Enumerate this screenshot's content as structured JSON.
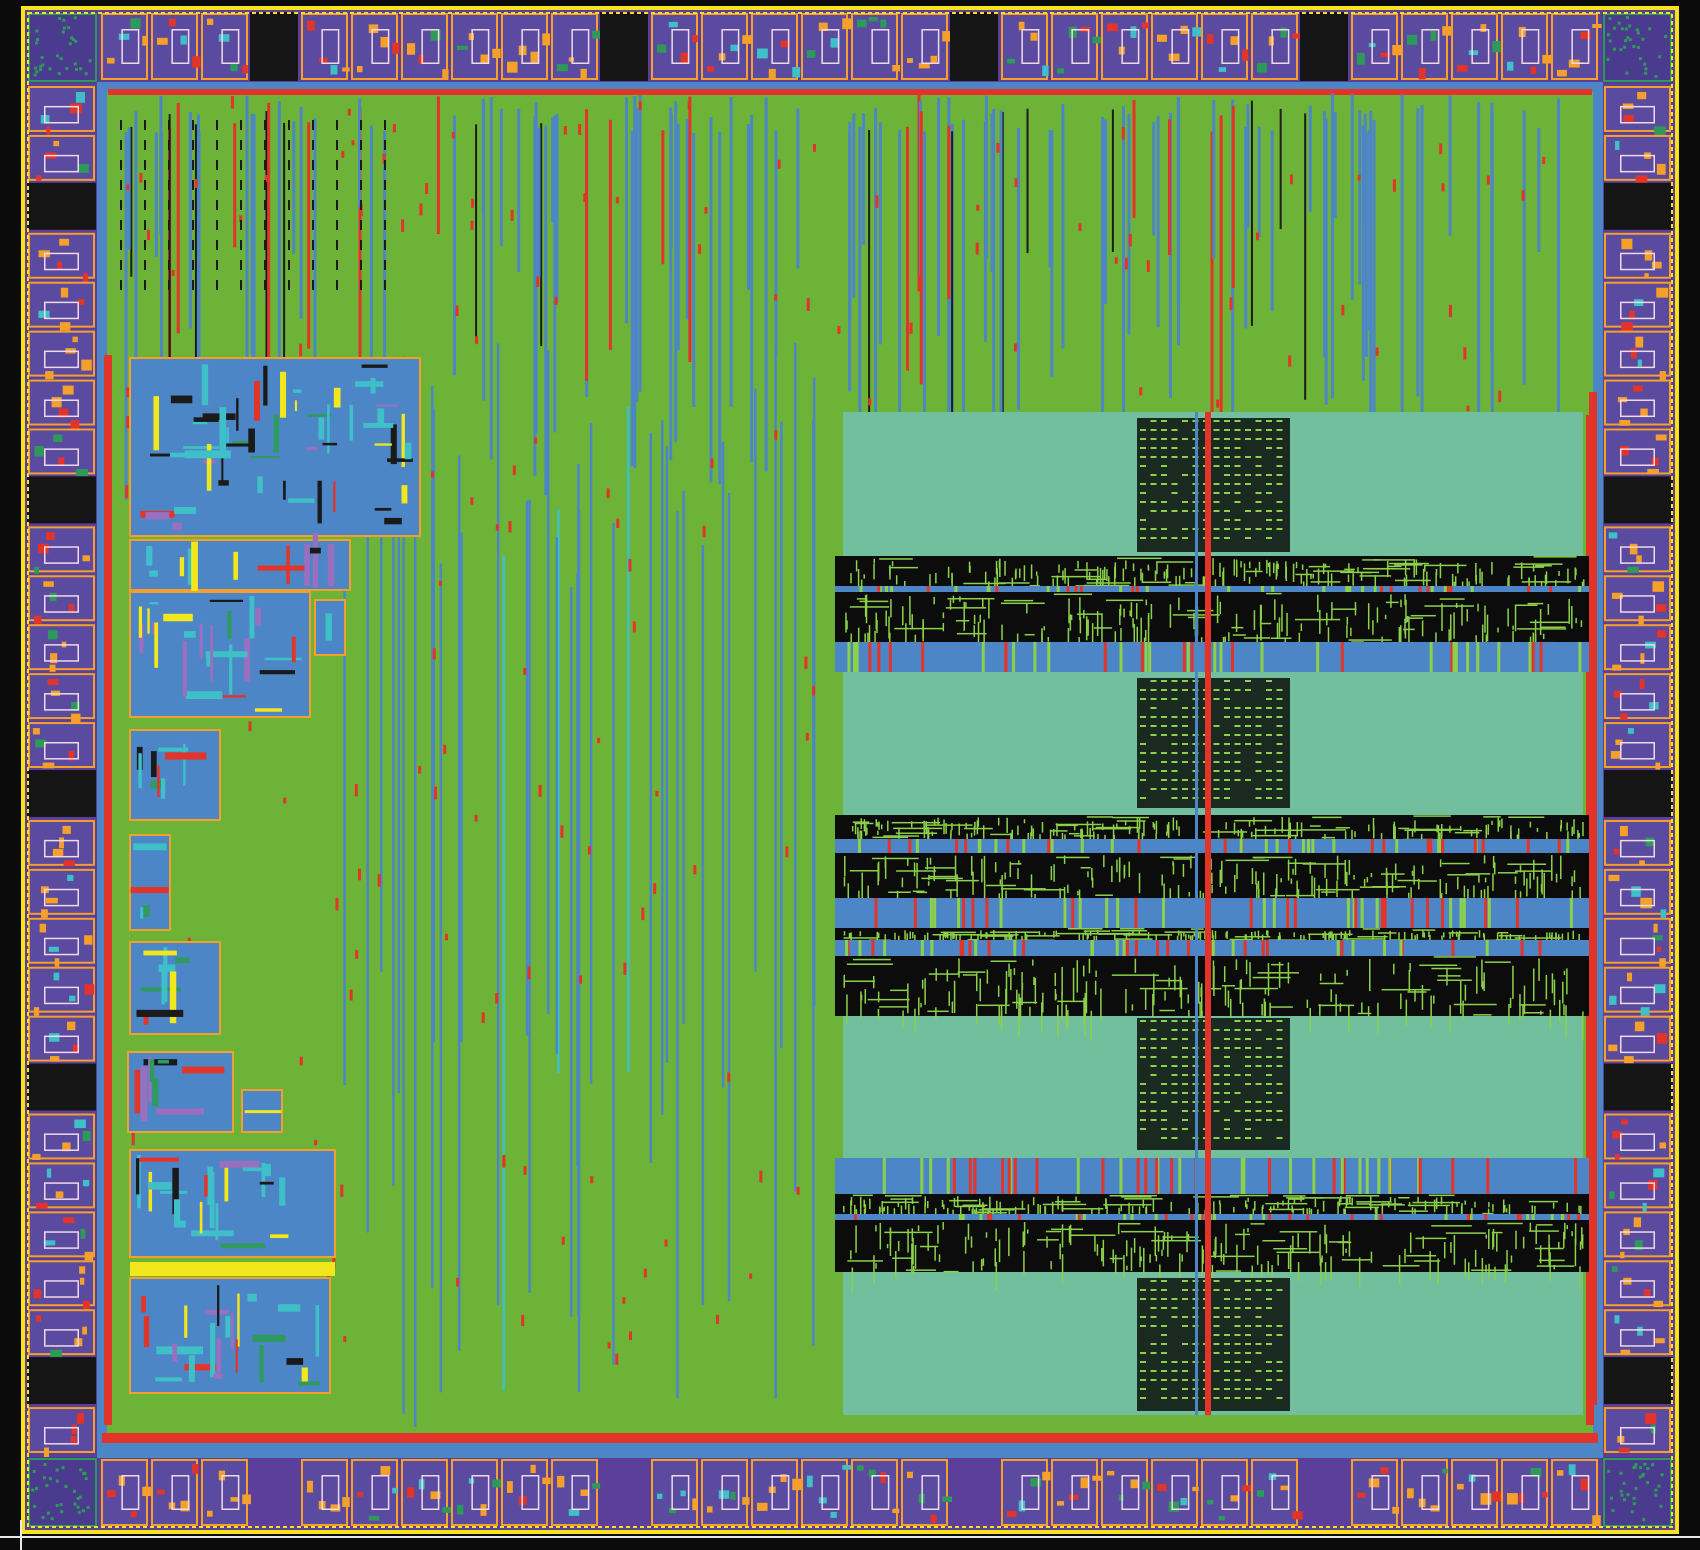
{
  "colors": {
    "background": "#0b0b0b",
    "seal_ring": "#f6e21c",
    "pad_frame_bg": "#5b3f9a",
    "pad_body": "#5a4aa0",
    "pad_orange": "#f4a02a",
    "pad_red": "#e3342a",
    "core_green": "#6db338",
    "blue_route": "#4d86c6",
    "cyan": "#3fbfc8",
    "red_route": "#e3342a",
    "yellow": "#f2e71c",
    "memory_teal": "#72bf9e",
    "memory_dark": "#0c0c0c",
    "memory_line": "#8bd14a",
    "corner_cell": "#4a3b8f",
    "corner_green": "#2d9a5a"
  },
  "regions": [
    "pad-ring",
    "corner-cells",
    "core-logic-area",
    "analog-macro-blocks",
    "sram-memory-array"
  ]
}
